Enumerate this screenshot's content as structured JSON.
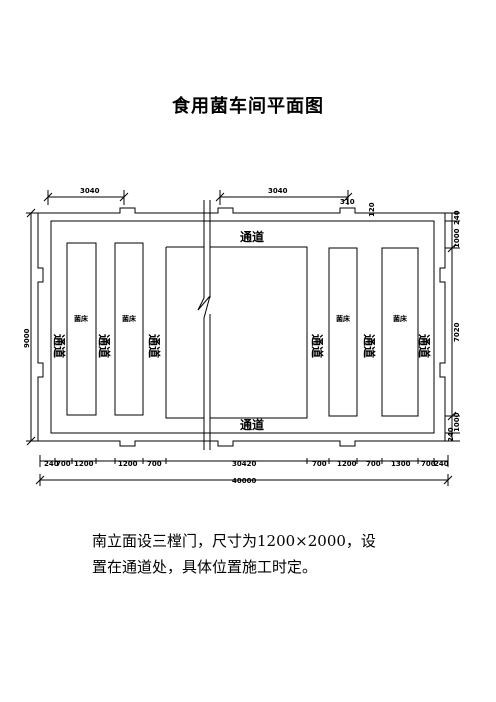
{
  "title": "食用菌车间平面图",
  "labels": {
    "corridor": "通道",
    "bed": "菌床"
  },
  "dimensions": {
    "top_left": "3040",
    "top_right": "3040",
    "top_door": "310",
    "top_wall": "120",
    "left_overall": "9000",
    "right_top": "1000",
    "right_mid": "7020",
    "right_bottom": "1000",
    "right_wall_top": "240",
    "right_wall_bottom": "240",
    "bottom_segments": [
      "240",
      "700",
      "1200",
      "1200",
      "700",
      "30420",
      "700",
      "1200",
      "700",
      "1300",
      "700",
      "240"
    ],
    "bottom_total": "40000"
  },
  "note": {
    "line1": "南立面设三樘门，尺寸为1200×2000，设",
    "line2": "置在通道处，具体位置施工时定。"
  }
}
